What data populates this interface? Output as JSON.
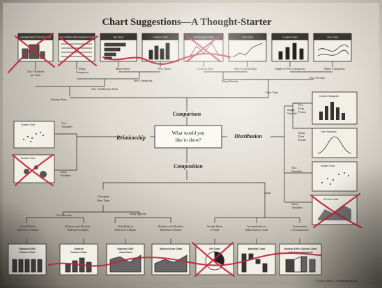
{
  "title": "Chart Suggestions—A Thought-Starter",
  "question": [
    "What would you",
    "like to show?"
  ],
  "branches": {
    "comparison": "Comparison",
    "relationship": "Relationship",
    "distribution": "Distribution",
    "composition": "Composition"
  },
  "top_charts": [
    "Variable Width Column Chart",
    "Table or Table with Embedded Charts",
    "Bar Chart",
    "Column Chart",
    "Circular Area Chart",
    "Line Chart",
    "Column Chart",
    "Line Chart"
  ],
  "top_labels": {
    "two_vars": [
      "Two Variables",
      "per Item"
    ],
    "many_categories": [
      "Many",
      "Categories"
    ],
    "many_items": "Many Items",
    "few_items": "Few Items",
    "cyclical": "Cyclical Data",
    "non_cyclical": "Non-Cyclical Data",
    "single_few": "Single or Few Categories",
    "many_cat": "Many Categories",
    "few_categories": "Few Categories",
    "many_periods": "Many Periods",
    "few_periods": "Few Periods",
    "one_var": "One Variable per Item",
    "over_time": "Over Time",
    "among_items": "Among Items"
  },
  "relationship": {
    "scatter": "Scatter Chart",
    "bubble": "Bubble Chart",
    "two_vars": [
      "Two",
      "Variables"
    ],
    "three_vars": [
      "Three",
      "Variables"
    ]
  },
  "distribution": {
    "single": [
      "Single",
      "Variable"
    ],
    "few_points": [
      "Few",
      "Data",
      "Points"
    ],
    "many_points": [
      "Many",
      "Data",
      "Points"
    ],
    "two_vars": [
      "Two",
      "Variables"
    ],
    "three_vars": [
      "Three",
      "Variables"
    ],
    "column_hist": "Column Histogram",
    "line_hist": "Line Histogram",
    "scatter": "Scatter Chart",
    "area3d": "3D Area Chart"
  },
  "composition": {
    "changing": [
      "Changing",
      "Over Time"
    ],
    "static": "Static",
    "few_periods": "Few Periods",
    "many_periods": "Many Periods",
    "bottom_labels": [
      [
        "Only Relative",
        "Differences Matter"
      ],
      [
        "Relative and Absolute",
        "Differences Matter"
      ],
      [
        "Only Relative",
        "Differences Matter"
      ],
      [
        "Relative and Absolute",
        "Differences Matter"
      ],
      [
        "Simple Share",
        "of Total"
      ],
      [
        "Accumulation or",
        "Subtraction to Total"
      ],
      [
        "Components",
        "of Components"
      ]
    ],
    "bottom_charts": [
      [
        "Stacked 100%",
        "Column Chart"
      ],
      [
        "Stacked",
        "Column Chart"
      ],
      [
        "Stacked 100%",
        "Area Chart"
      ],
      [
        "Stacked Area Chart"
      ],
      [
        "Pie Chart"
      ],
      [
        "Waterfall Chart"
      ],
      [
        "Stacked 100% Column Chart",
        "with Subcomponents"
      ]
    ]
  },
  "footer": "© 2006 A. Abela — a.v.abela@gmail.com",
  "colors": {
    "ink": "#2a2622",
    "marker": "#c0263a"
  }
}
